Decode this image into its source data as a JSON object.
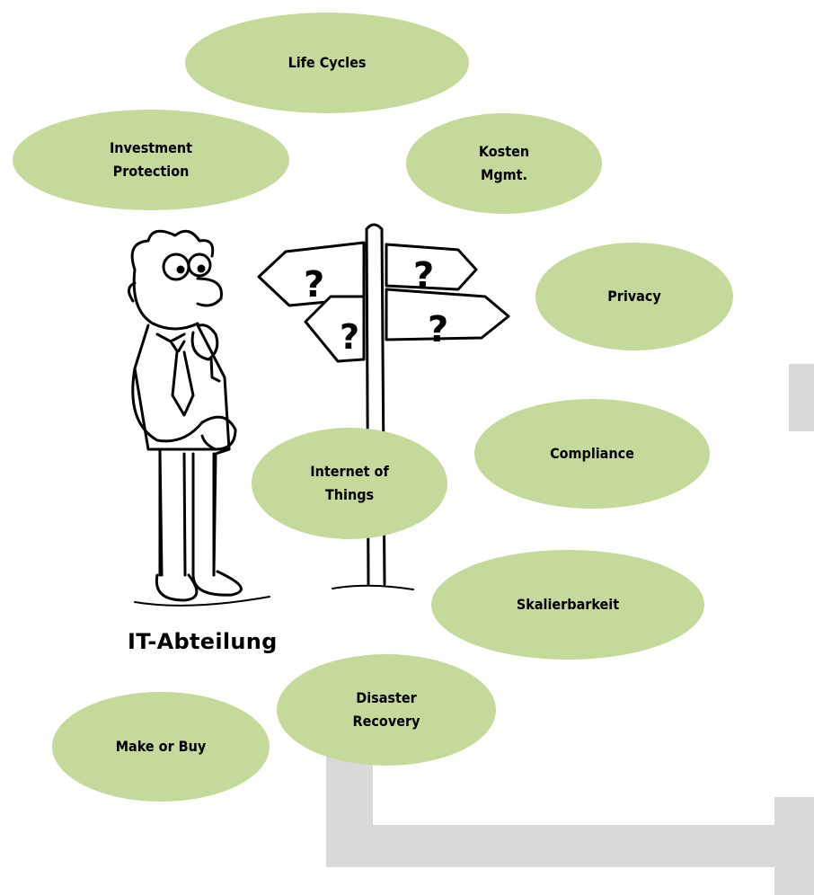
{
  "nodes": {
    "life_cycles": "Life Cycles",
    "investment_protection": "Investment\nProtection",
    "kosten_mgmt": "Kosten\nMgmt.",
    "privacy": "Privacy",
    "compliance": "Compliance",
    "internet_of_things": "Internet of\nThings",
    "skalierbarkeit": "Skalierbarkeit",
    "disaster_recovery": "Disaster\nRecovery",
    "make_or_buy": "Make or Buy"
  },
  "caption": "IT-Abteilung",
  "colors": {
    "ellipse_fill": "#c4d99a",
    "arrow_fill": "#d9d9d9"
  }
}
